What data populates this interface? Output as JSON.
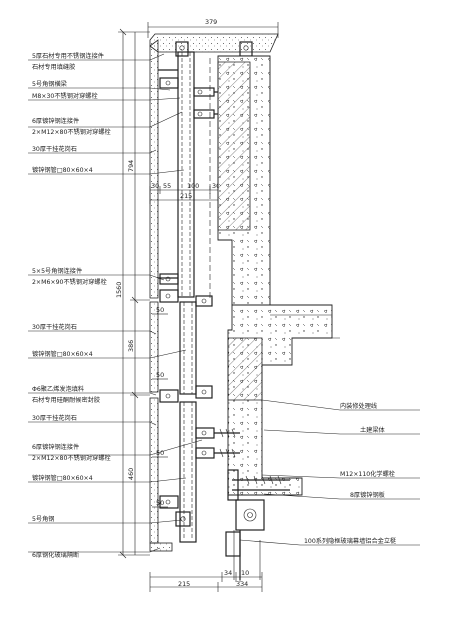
{
  "dimensions": {
    "top_width": "379",
    "upper_height": "794",
    "total_height": "1560",
    "middle_height": "386",
    "lower_height": "460",
    "top_segments": [
      "30",
      "55",
      "100",
      "30"
    ],
    "upper_span": "215",
    "small_50_a": "50",
    "small_50_b": "50",
    "small_50_c": "50",
    "small_50_d": "50",
    "bottom_left": "215",
    "bottom_34": "34",
    "bottom_10": "10",
    "bottom_334": "334"
  },
  "left_labels": [
    "5厚石材专用不锈钢连接件",
    "石材专用填缝胶",
    "5号角钢横梁",
    "M8×30不锈钢对穿螺栓",
    "6厚镀锌钢连接件",
    "2×M12×80不锈钢对穿螺栓",
    "30厚干挂花岗石",
    "镀锌钢管□80×60×4",
    "5×5号角钢连接件",
    "2×M6×90不锈钢对穿螺栓",
    "30厚干挂花岗石",
    "镀锌钢管□80×60×4",
    "Φ6聚乙烯发泡填料",
    "石材专用硅酮耐候密封胶",
    "30厚干挂花岗石",
    "6厚镀锌钢连接件",
    "2×M12×80不锈钢对穿螺栓",
    "镀锌钢管□80×60×4",
    "5号角钢",
    "6厚钢化玻璃隔断"
  ],
  "right_labels": [
    "内装修处理线",
    "土建梁体",
    "M12×110化学螺栓",
    "8厚镀锌钢板",
    "100系列隐框玻璃幕墙铝合金立梃"
  ],
  "watermark": ""
}
